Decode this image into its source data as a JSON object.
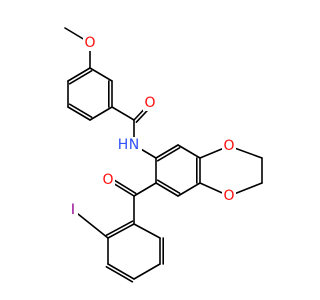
{
  "molecule": {
    "atom_labels": {
      "methoxy_o": "O",
      "methyl": "",
      "carbonyl_o_amide": "O",
      "amide_n": "N",
      "amide_h": "H",
      "carbonyl_o_ketone": "O",
      "dioxane_o_top": "O",
      "dioxane_o_bottom": "O",
      "iodine": "I"
    },
    "colors": {
      "bond": "#000000",
      "oxygen": "#ff0d0d",
      "nitrogen": "#3050f8",
      "iodine": "#940094"
    }
  }
}
